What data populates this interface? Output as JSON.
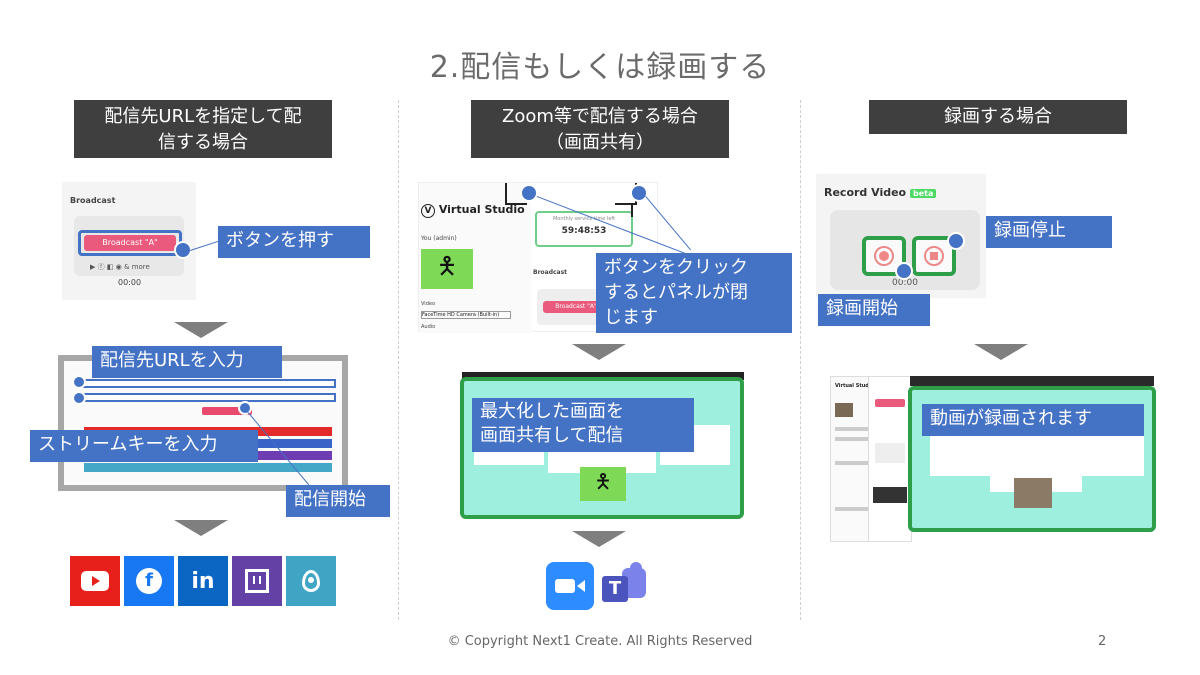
{
  "title": "2.配信もしくは録画する",
  "columns": {
    "left": {
      "header_line1": "配信先URLを指定して配",
      "header_line2": "信する場合",
      "broadcast_panel": {
        "label": "Broadcast",
        "button": "Broadcast \"A\"",
        "more": "& more",
        "time": "00:00"
      },
      "callout_press": "ボタンを押す",
      "callout_url": "配信先URLを入力",
      "callout_key": "ストリームキーを入力",
      "callout_start": "配信開始",
      "social_icons": [
        "youtube-icon",
        "facebook-icon",
        "linkedin-icon",
        "twitch-icon",
        "periscope-icon"
      ]
    },
    "middle": {
      "header_line1": "Zoom等で配信する場合",
      "header_line2": "（画面共有）",
      "studio_title": "Virtual Studio",
      "user": "You (admin)",
      "monthly_label": "Monthly service time left",
      "monthly_time": "59:48:53",
      "broadcast": "Broadcast",
      "broadcast_btn": "Broadcast \"A\"",
      "video_label": "Video",
      "camera": "FaceTime HD Camera (Built-in)",
      "audio_label": "Audio",
      "callout_click_l1": "ボタンをクリック",
      "callout_click_l2": "するとパネルが閉",
      "callout_click_l3": "じます",
      "callout_max_l1": "最大化した画面を",
      "callout_max_l2": "画面共有して配信",
      "app_icons": [
        "zoom-icon",
        "teams-icon"
      ]
    },
    "right": {
      "header": "録画する場合",
      "record_title": "Record Video",
      "beta": "beta",
      "time": "00:00",
      "callout_stop": "録画停止",
      "callout_start": "録画開始",
      "callout_recorded": "動画が録画されます",
      "mini_studio": "Virtual Studio"
    }
  },
  "footer": "© Copyright Next1 Create. All Rights Reserved",
  "page_number": "2",
  "colors": {
    "callout_blue": "#4472c4",
    "header_dark": "#3f3f3f",
    "green": "#2e9e49",
    "mint": "#9fefde"
  }
}
